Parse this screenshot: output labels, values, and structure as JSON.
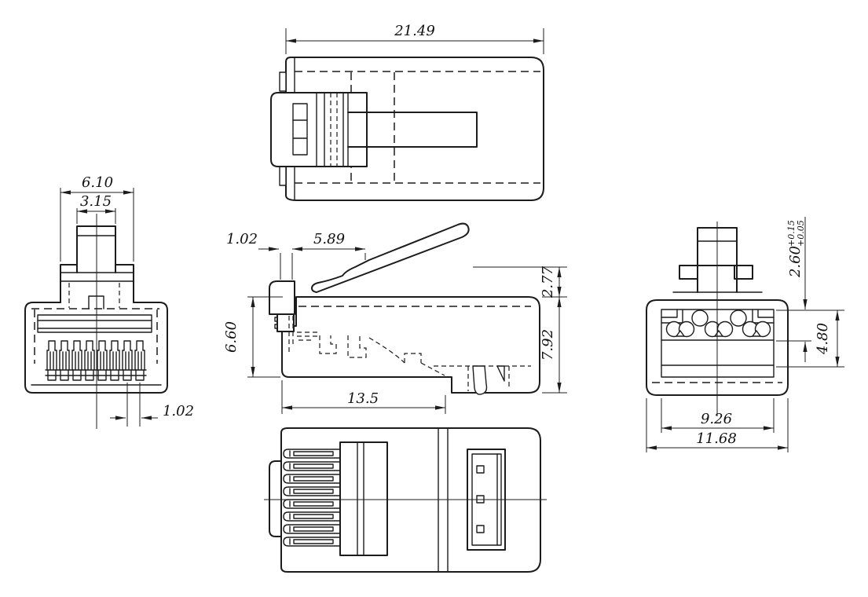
{
  "drawing": {
    "background_color": "#ffffff",
    "line_color": "#1c1c1c",
    "views": {
      "top_view": {
        "dims": {
          "overall_length": "21.49"
        }
      },
      "front_view": {
        "dims": {
          "latch_base_width": "6.10",
          "latch_tab_width": "3.15",
          "contact_pitch": "1.02"
        }
      },
      "side_view": {
        "dims": {
          "front_offset": "1.02",
          "latch_root_length": "5.89",
          "front_height": "6.60",
          "base_length": "13.5",
          "latch_rise": "2.77",
          "body_height": "7.92"
        }
      },
      "rear_view": {
        "dims": {
          "slot_height": "2.60",
          "slot_height_tol_upper": "+0.15",
          "slot_height_tol_lower": "+0.05",
          "cavity_height": "4.80",
          "cavity_width": "9.26",
          "overall_width": "11.68"
        }
      },
      "bottom_view": {
        "dims": {}
      }
    }
  }
}
